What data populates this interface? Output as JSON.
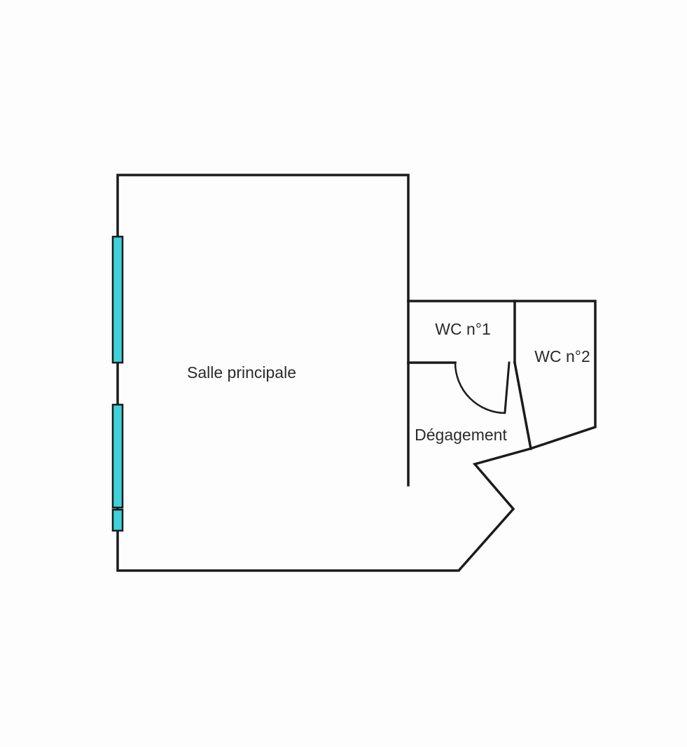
{
  "plan": {
    "rooms": {
      "salle_principale": {
        "label": "Salle principale"
      },
      "wc1": {
        "label": "WC n°1"
      },
      "wc2": {
        "label": "WC n°2"
      },
      "degagement": {
        "label": "Dégagement"
      }
    },
    "colors": {
      "wall": "#1b1b1b",
      "window": "#3ed2da",
      "background": "#fdfdfd"
    }
  }
}
